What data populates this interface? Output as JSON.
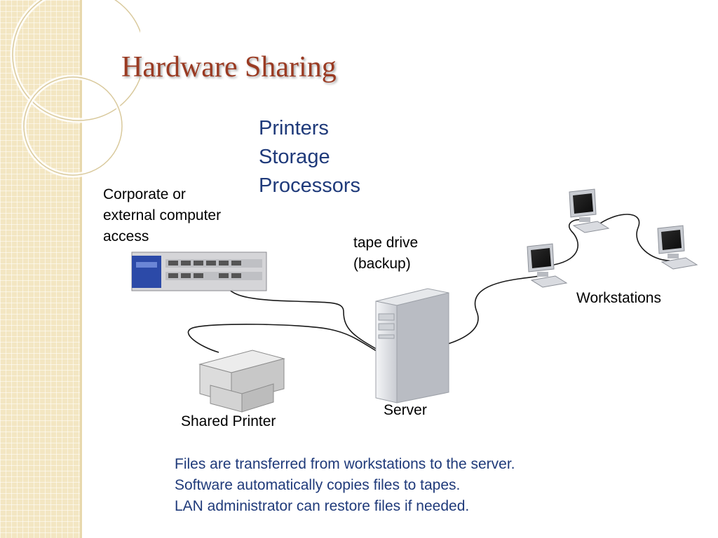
{
  "slide": {
    "title": "Hardware Sharing",
    "resources": [
      "Printers",
      "Storage",
      "Processors"
    ],
    "notes": [
      "Files are transferred from workstations to the server.",
      "Software automatically copies files to tapes.",
      "LAN administrator can restore files if needed."
    ]
  },
  "diagram": {
    "labels": {
      "corporate": [
        "Corporate or",
        "external computer",
        "access"
      ],
      "tape_drive": [
        "tape drive",
        "(backup)"
      ],
      "workstations": "Workstations",
      "server": "Server",
      "printer": "Shared Printer"
    },
    "icons": [
      "router-icon",
      "server-icon",
      "printer-icon",
      "workstation-icon"
    ]
  },
  "colors": {
    "title": "#9a3a22",
    "body_text": "#1f3a7a",
    "side_strip": "#f3e6c2"
  }
}
